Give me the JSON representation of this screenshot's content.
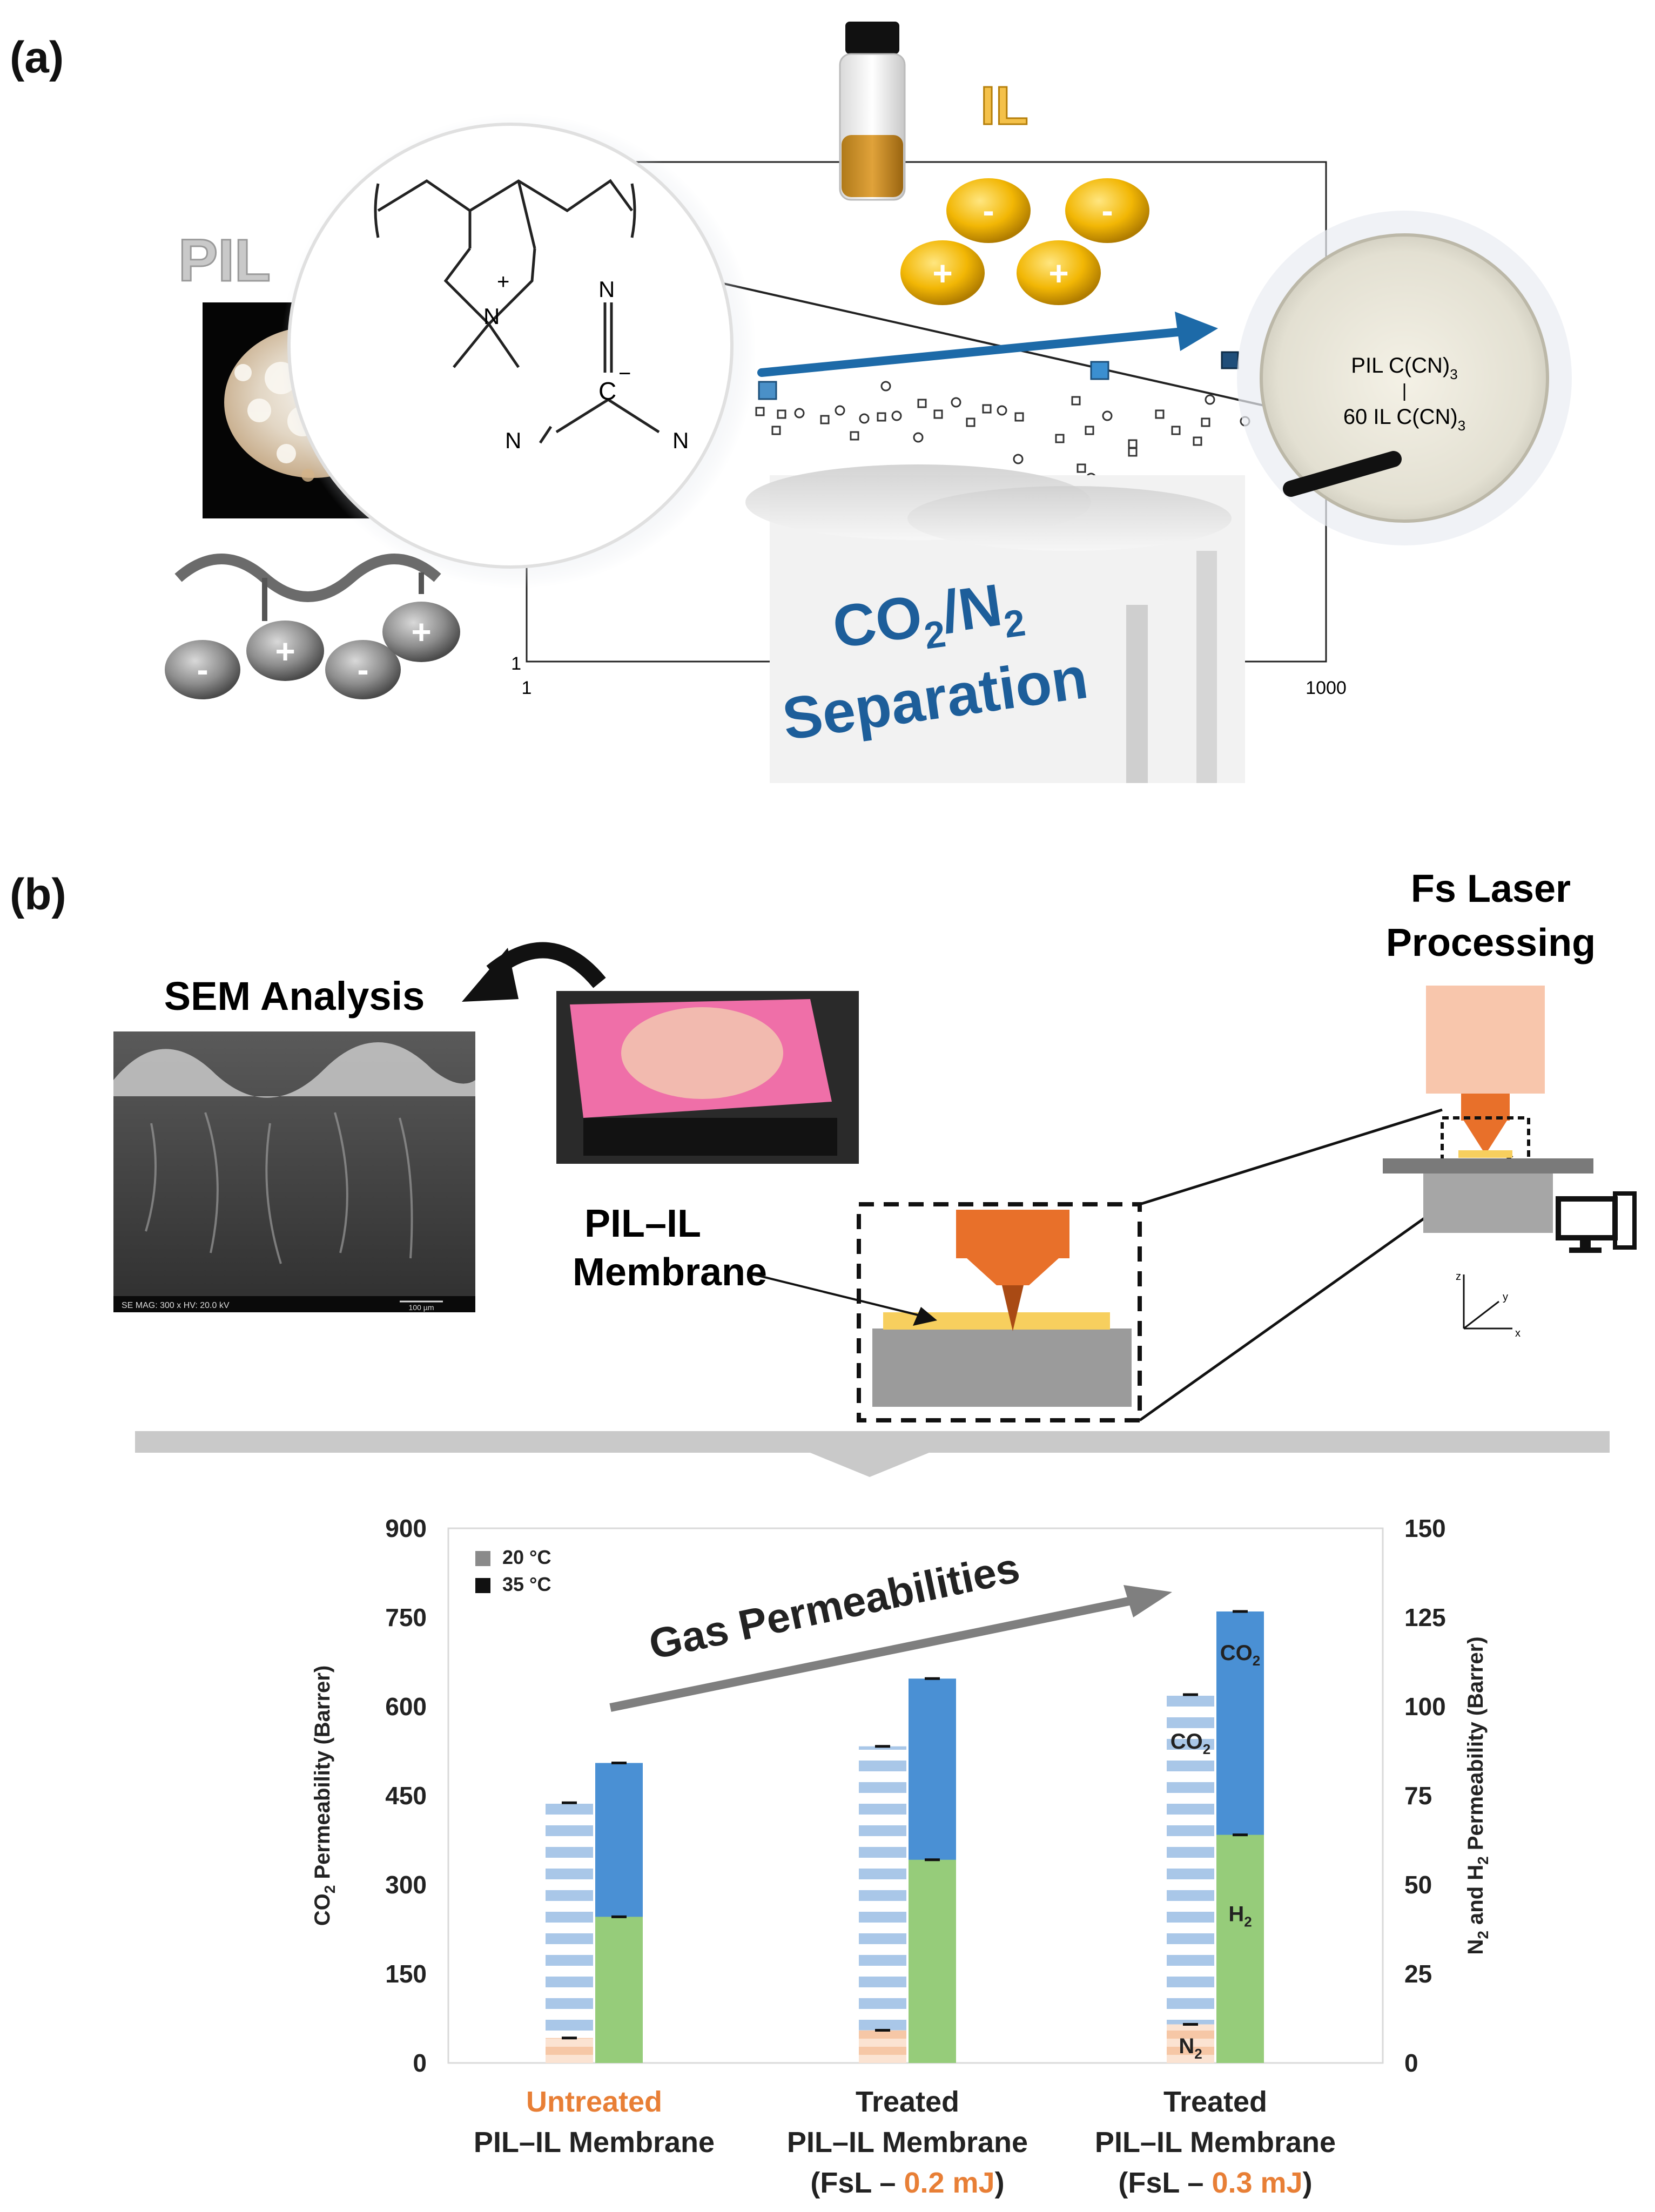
{
  "panel_a": {
    "label": "(a)",
    "pil_label": "PIL",
    "il_label": "IL",
    "ion_minus": "-",
    "ion_plus": "+",
    "chem": {
      "n_plus": "N",
      "charge_plus": "+",
      "carbanion": "C",
      "charge_minus": "−",
      "nitrile_n": "N"
    },
    "membrane_text": {
      "line1": "PIL C(CN)",
      "sub1": "3",
      "divider": "|",
      "line2": "60 IL C(CN)",
      "sub2": "3"
    },
    "separation": {
      "title_main": "CO",
      "title_sub": "2",
      "title_tail": "/N",
      "title_sub2": "2",
      "subtitle": "Separation"
    },
    "axis_ticks": {
      "x_left": "1",
      "x_right": "1000",
      "y_bottom": "1"
    }
  },
  "panel_b": {
    "label": "(b)",
    "sem_title": "SEM Analysis",
    "sem_scale_caption": "SE MAG: 300 x  HV: 20.0 kV",
    "sem_scale_bar": "100 µm",
    "laser_title_line1": "Fs Laser",
    "laser_title_line2": "Processing",
    "membrane_line1": "PIL–IL",
    "membrane_line2": "Membrane",
    "axes": {
      "z": "z",
      "y": "y",
      "x": "x"
    }
  },
  "chart_data": {
    "type": "bar",
    "title": "Gas Permeabilities",
    "ylabel_left": "CO2 Permeability (Barrer)",
    "ylabel_right": "N2 and H2 Permeability (Barrer)",
    "ylim_left": [
      0,
      900
    ],
    "ylim_right": [
      0,
      150
    ],
    "yticks_left": [
      "0",
      "150",
      "300",
      "450",
      "600",
      "750",
      "900"
    ],
    "yticks_right": [
      "0",
      "25",
      "50",
      "75",
      "100",
      "125",
      "150"
    ],
    "legend": [
      {
        "name": "20 °C",
        "color": "#8a8a8a"
      },
      {
        "name": "35 °C",
        "color": "#111111"
      }
    ],
    "categories": [
      {
        "line1": "Untreated",
        "line1_color": "#e87f36",
        "line2": "PIL–IL Membrane",
        "line3_pre": "",
        "line3_highlight": "",
        "line3_post": ""
      },
      {
        "line1": "Treated",
        "line1_color": "#222222",
        "line2": "PIL–IL Membrane",
        "line3_pre": "(FsL – ",
        "line3_highlight": "0.2 mJ",
        "line3_post": ")"
      },
      {
        "line1": "Treated",
        "line1_color": "#222222",
        "line2": "PIL–IL Membrane",
        "line3_pre": "(FsL – ",
        "line3_highlight": "0.3 mJ",
        "line3_post": ")"
      }
    ],
    "series": [
      {
        "temperature": "20 °C",
        "gas": "CO2",
        "axis": "left",
        "values": [
          438,
          533,
          620
        ]
      },
      {
        "temperature": "20 °C",
        "gas": "N2",
        "axis": "left",
        "values": [
          42,
          55,
          65
        ]
      },
      {
        "temperature": "35 °C",
        "gas": "CO2",
        "axis": "left",
        "values": [
          505,
          647,
          760
        ]
      },
      {
        "temperature": "35 °C",
        "gas": "H2",
        "axis": "right",
        "values": [
          41,
          57,
          64
        ]
      }
    ],
    "bar_labels": {
      "co2": "CO",
      "co2_sub": "2",
      "h2": "H",
      "h2_sub": "2",
      "n2": "N",
      "n2_sub": "2"
    },
    "colors": {
      "co2_20": "#a9c7e8",
      "co2_20_stripe": "#ffffff",
      "n2_20": "#f6c7a6",
      "co2_35": "#4a90d4",
      "h2_35": "#96cc7a"
    }
  }
}
